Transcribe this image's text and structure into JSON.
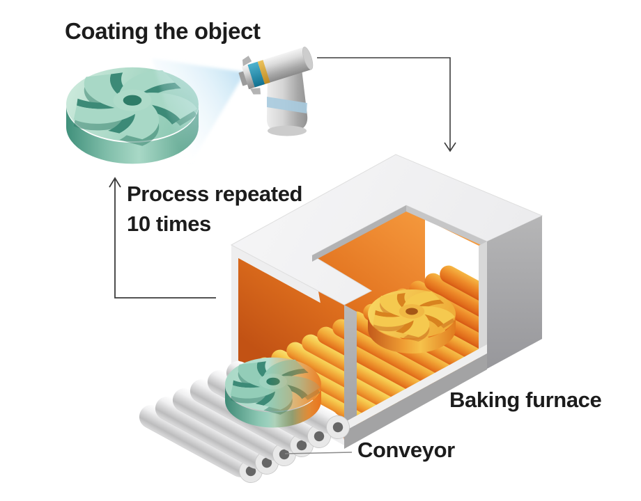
{
  "diagram": {
    "title": "Coating the object",
    "labels": {
      "process_line1": "Process repeated",
      "process_line2": "10 times",
      "furnace": "Baking furnace",
      "conveyor": "Conveyor"
    },
    "colors": {
      "text": "#1c1c1c",
      "furnace_interior_orange": "#e87f2e",
      "roller_yellow": "#f4bb42",
      "impeller_teal": "#8fc9b4",
      "impeller_baked_yellow": "#f2bc45",
      "metal_gray": "#ababab",
      "spray_blue": "#cfe8f5"
    }
  }
}
